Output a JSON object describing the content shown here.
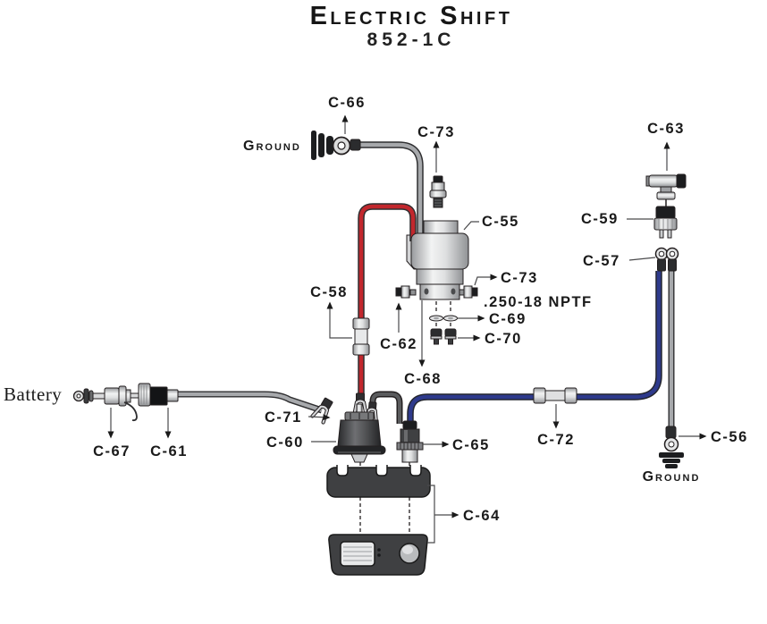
{
  "title": {
    "main": "Electric Shift",
    "model": "852-1C"
  },
  "labels": {
    "c66": "C-66",
    "ground_left": "Ground",
    "c73_top": "C-73",
    "c63": "C-63",
    "c55": "C-55",
    "c59": "C-59",
    "c57": "C-57",
    "c58": "C-58",
    "c73_mid": "C-73",
    "nptf": ".250-18 NPTF",
    "c69": "C-69",
    "c70": "C-70",
    "c62": "C-62",
    "c68": "C-68",
    "battery": "Battery",
    "c71": "C-71",
    "c67": "C-67",
    "c61": "C-61",
    "c60": "C-60",
    "c65": "C-65",
    "c72": "C-72",
    "c56": "C-56",
    "c64": "C-64",
    "ground_right": "Ground"
  },
  "colors": {
    "red_wire": "#c1272d",
    "blue_wire": "#2e3a8c",
    "gray_wire": "#a7a9ac",
    "dark_wire": "#5a5b5d",
    "outline": "#231f20",
    "label_text": "#1a1a1a",
    "background": "#ffffff"
  }
}
